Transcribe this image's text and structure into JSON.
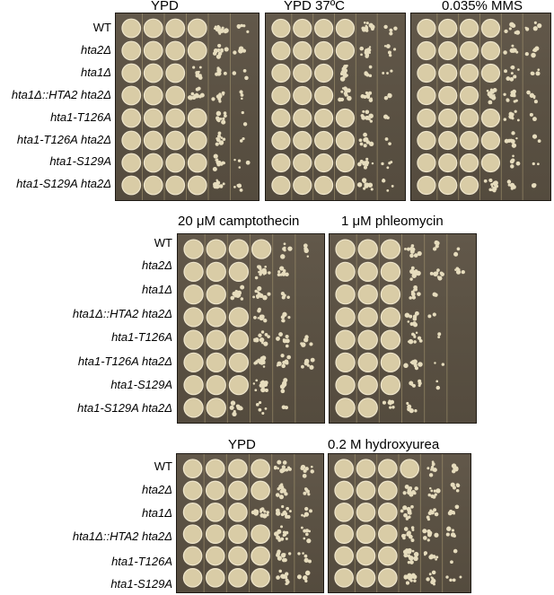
{
  "figure": {
    "row1": {
      "titles": [
        "YPD",
        "YPD 37ºC",
        "0.035% MMS"
      ],
      "rows": [
        "WT",
        "hta2Δ",
        "hta1Δ",
        "hta1Δ::HTA2 hta2Δ",
        "hta1-T126A",
        "hta1-T126A hta2Δ",
        "hta1-S129A",
        "hta1-S129A hta2Δ"
      ]
    },
    "row2": {
      "titles": [
        "20 μM camptothecin",
        "1 μM phleomycin"
      ],
      "rows": [
        "WT",
        "hta2Δ",
        "hta1Δ",
        "hta1Δ::HTA2 hta2Δ",
        "hta1-T126A",
        "hta1-T126A hta2Δ",
        "hta1-S129A",
        "hta1-S129A hta2Δ"
      ]
    },
    "row3": {
      "titles": [
        "YPD",
        "0.2 M hydroxyurea"
      ],
      "rows": [
        "WT",
        "hta2Δ",
        "hta1Δ",
        "hta1Δ::HTA2 hta2Δ",
        "hta1-T126A",
        "hta1-S129A"
      ]
    }
  },
  "colors": {
    "agar": "#5a5143",
    "colony": "#e3d8b8",
    "grid_line": "#b8a878"
  }
}
